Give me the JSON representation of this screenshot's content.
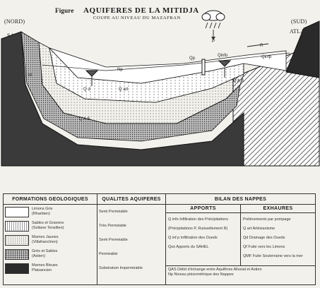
{
  "header": {
    "figure_label": "Figure",
    "title": "AQUIFERES DE LA MITIDJA",
    "subtitle": "COUPE AU NIVEAU DU MAZAFRAN",
    "north_label": "(NORD)",
    "north_region": "SAHEL",
    "south_label": "(SUD)",
    "south_region": "ATLAS"
  },
  "diagram_labels": {
    "p": "P",
    "np": "Np",
    "qp": "Qp",
    "qinfo": "Qinfo",
    "qinfp": "Qinfp",
    "r": "R",
    "qd": "Q d",
    "qart": "Q art",
    "qas_right": "Q A S",
    "qas_bottom": "Q A S",
    "m": "M"
  },
  "legend": {
    "col_formations": "FORMATIONS GEOLOGIQUES",
    "col_qualites": "QUALITES AQUIFERES",
    "col_bilan": "BILAN DES NAPPES",
    "apports_header": "APPORTS",
    "exhaures_header": "EXHAURES",
    "formations": [
      {
        "name": "Limons Gris",
        "detail": "(Rharbien)",
        "quality": "Semi Perméable"
      },
      {
        "name": "Sables et Graviers",
        "detail": "(Soltane Tensifien)",
        "quality": "Très Perméable"
      },
      {
        "name": "Marnes Jaunes",
        "detail": "(Villafranchien)",
        "quality": "Semi Perméable"
      },
      {
        "name": "Grès et Sables",
        "detail": "(Astien)",
        "quality": "Perméable"
      },
      {
        "name": "Marnes Bleues",
        "detail": "Plaisancien",
        "quality": "Substratum Imperméable"
      }
    ],
    "apports": [
      "Q info Infiltration des Précipitations",
      "(Précipitations P, Ruissellement R)",
      "Q inf p Infiltration des Oueds",
      "Qso Apports du SAHEL"
    ],
    "exhaures": [
      "Prélèvements par pompage",
      "Q art Artésianisme",
      "Qd Drainage des Oueds",
      "Qf Fuite vers les Limons",
      "QMF Fuite Souterraine vers la mer"
    ],
    "footnotes": [
      "QAS Débit d'échange entre Aquifères Alluvial et Astien",
      "Np Niveau piézométrique des Nappes"
    ]
  }
}
